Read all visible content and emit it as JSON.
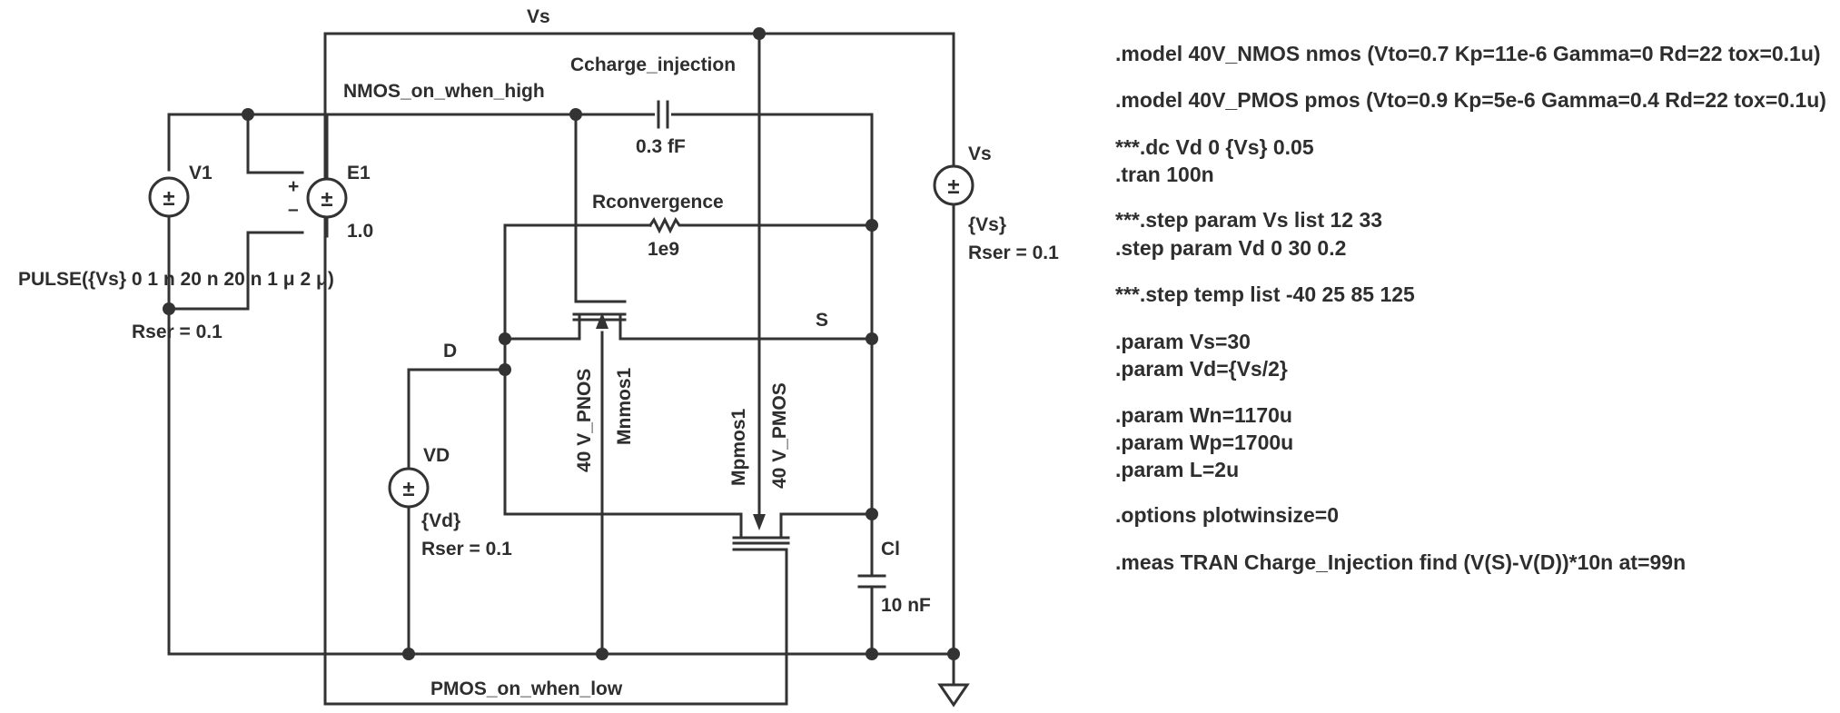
{
  "nets": {
    "vs_top": "Vs",
    "nmos_gate": "NMOS_on_when_high",
    "pmos_gate": "PMOS_on_when_low",
    "drain": "D",
    "source": "S"
  },
  "components": {
    "v1_name": "V1",
    "v1_value": "PULSE({Vs} 0 1 n 20 n 20 n 1 μ 2 μ)",
    "v1_rser": "Rser = 0.1",
    "e1_name": "E1",
    "e1_gain": "1.0",
    "e1_plus": "+",
    "e1_minus": "–",
    "cinj_name": "Ccharge_injection",
    "cinj_value": "0.3 fF",
    "rconv_name": "Rconvergence",
    "rconv_value": "1e9",
    "vs_name": "Vs",
    "vs_value": "{Vs}",
    "vs_rser": "Rser = 0.1",
    "vd_name": "VD",
    "vd_value": "{Vd}",
    "vd_rser": "Rser = 0.1",
    "mn_model": "40 V_PNOS",
    "mn_name": "Mnmos1",
    "mp_name": "Mpmos1",
    "mp_model": "40 V_PMOS",
    "cl_name": "Cl",
    "cl_value": "10 nF",
    "source_symbol": "±"
  },
  "directives": [
    ".model 40V_NMOS nmos (Vto=0.7 Kp=11e-6 Gamma=0 Rd=22 tox=0.1u)",
    ".model 40V_PMOS pmos (Vto=0.9 Kp=5e-6 Gamma=0.4 Rd=22 tox=0.1u)",
    "***.dc Vd 0 {Vs} 0.05",
    ".tran 100n",
    "***.step param Vs list 12 33",
    ".step param Vd 0 30 0.2",
    "***.step temp list -40 25 85 125",
    ".param Vs=30",
    ".param Vd={Vs/2}",
    ".param Wn=1170u",
    ".param Wp=1700u",
    ".param L=2u",
    ".options plotwinsize=0",
    ".meas TRAN Charge_Injection find (V(S)-V(D))*10n at=99n"
  ]
}
